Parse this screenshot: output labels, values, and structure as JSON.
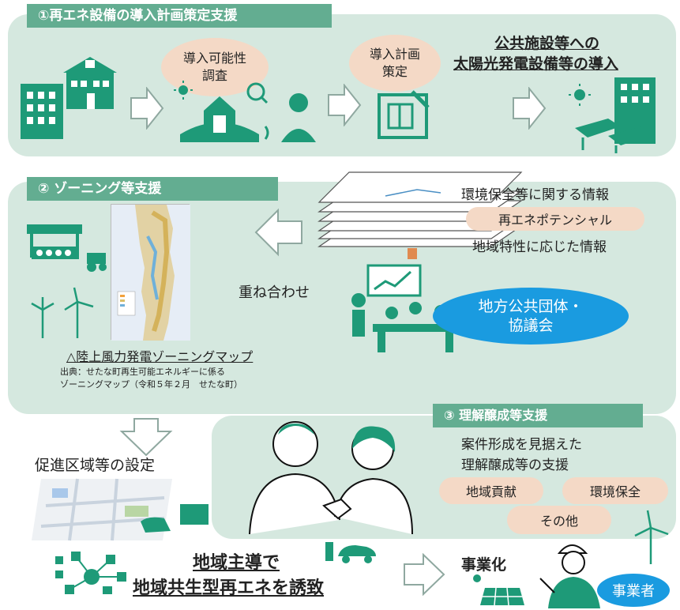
{
  "section1": {
    "heading": "①再エネ設備の導入計画策定支援",
    "bubble_survey_1": "導入可能性",
    "bubble_survey_2": "調査",
    "bubble_plan_1": "導入計画",
    "bubble_plan_2": "策定",
    "goal_line1": "公共施設等への",
    "goal_line2": "太陽光発電設備等の導入"
  },
  "section2": {
    "heading": "② ゾーニング等支援",
    "layer1": "環境保全等に関する情報",
    "layer2": "再エネポテンシャル",
    "layer3": "地域特性に応じた情報",
    "overlay_label": "重ね合わせ",
    "council": "地方公共団体・",
    "council2": "協議会",
    "map_caption": "△陸上風力発電ゾーニングマップ",
    "source_line1": "出典：せたな町再生可能エネルギーに係る",
    "source_line2": "ゾーニングマップ（令和５年２月　せたな町）"
  },
  "section3": {
    "heading": "③ 理解醸成等支援",
    "desc_line1": "案件形成を見据えた",
    "desc_line2": "理解醸成等の支援",
    "tag1": "地域貢献",
    "tag2": "環境保全",
    "tag3": "その他"
  },
  "bottom": {
    "promotion_area": "促進区域等の設定",
    "slogan_line1": "地域主導で",
    "slogan_line2": "地域共生型再エネを誘致",
    "commercialization": "事業化",
    "operator": "事業者"
  },
  "colors": {
    "panel": "#d5e8df",
    "heading": "#63ad91",
    "accent_green": "#1e9a78",
    "bubble": "#f4d9c6",
    "council_ellipse": "#1a9be0"
  }
}
